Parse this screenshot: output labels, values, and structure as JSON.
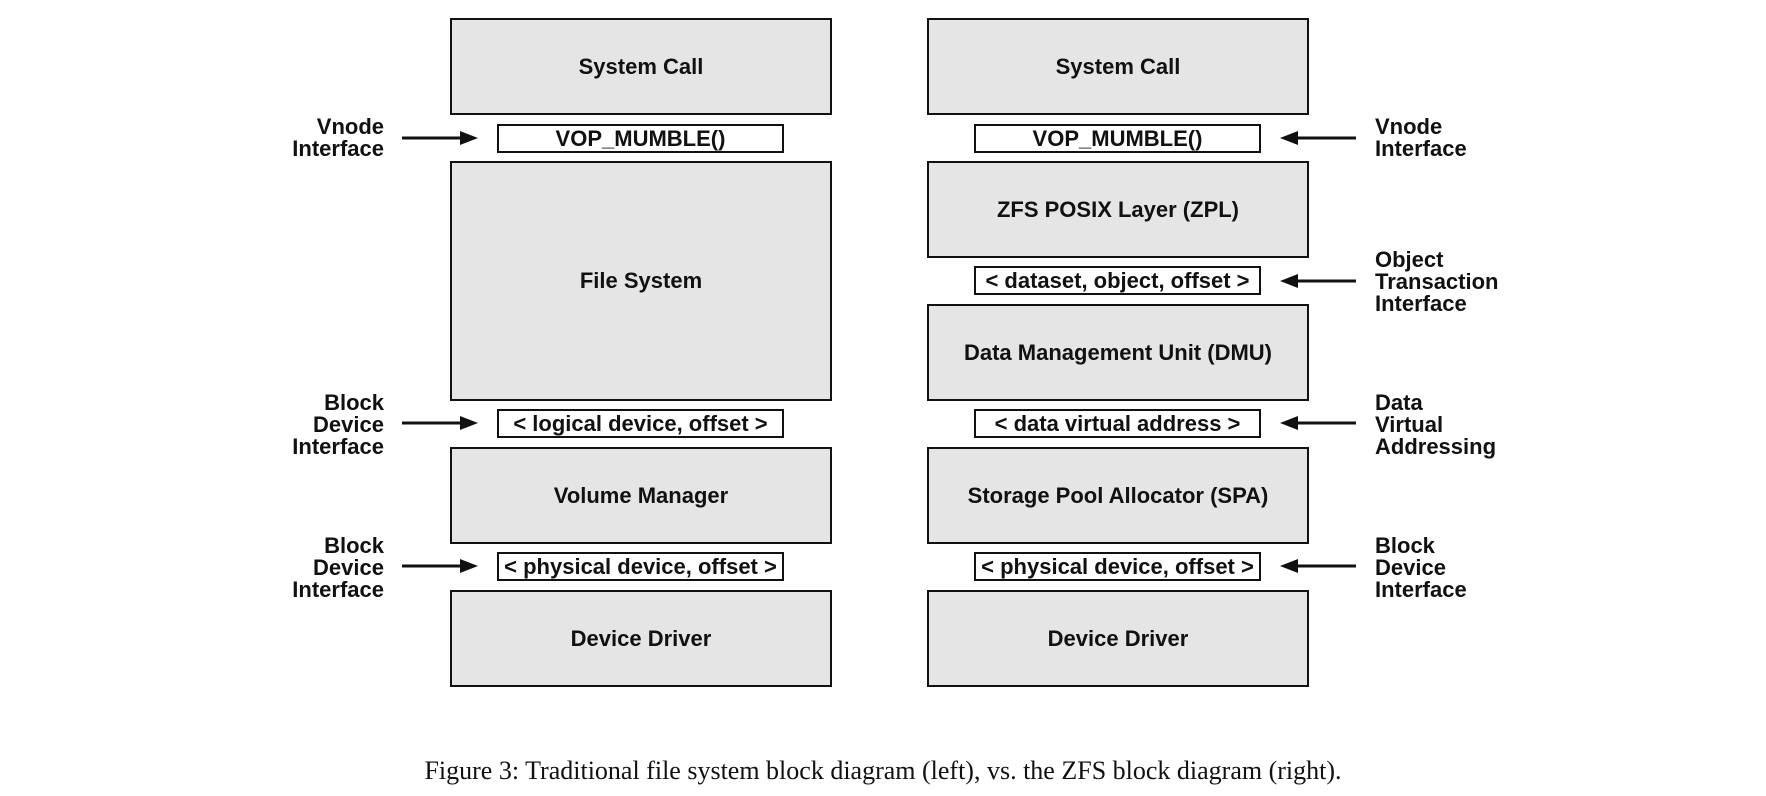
{
  "left_diagram": {
    "system_call": "System Call",
    "vnode_iface": "VOP_MUMBLE()",
    "file_system": "File System",
    "logical_iface": "< logical device, offset >",
    "volume_manager": "Volume Manager",
    "physical_iface": "< physical device, offset >",
    "device_driver": "Device Driver",
    "labels": {
      "vnode": "Vnode\nInterface",
      "block1": "Block\nDevice\nInterface",
      "block2": "Block\nDevice\nInterface"
    }
  },
  "right_diagram": {
    "system_call": "System Call",
    "vnode_iface": "VOP_MUMBLE()",
    "zpl": "ZFS POSIX Layer (ZPL)",
    "object_iface": "< dataset, object, offset >",
    "dmu": "Data Management Unit (DMU)",
    "dva_iface": "< data virtual address >",
    "spa": "Storage Pool Allocator (SPA)",
    "physical_iface": "< physical device, offset >",
    "device_driver": "Device Driver",
    "labels": {
      "vnode": "Vnode\nInterface",
      "object": "Object\nTransaction\nInterface",
      "dva": "Data\nVirtual\nAddressing",
      "block": "Block\nDevice\nInterface"
    }
  },
  "caption": "Figure 3: Traditional file system block diagram (left), vs. the ZFS block diagram (right)."
}
